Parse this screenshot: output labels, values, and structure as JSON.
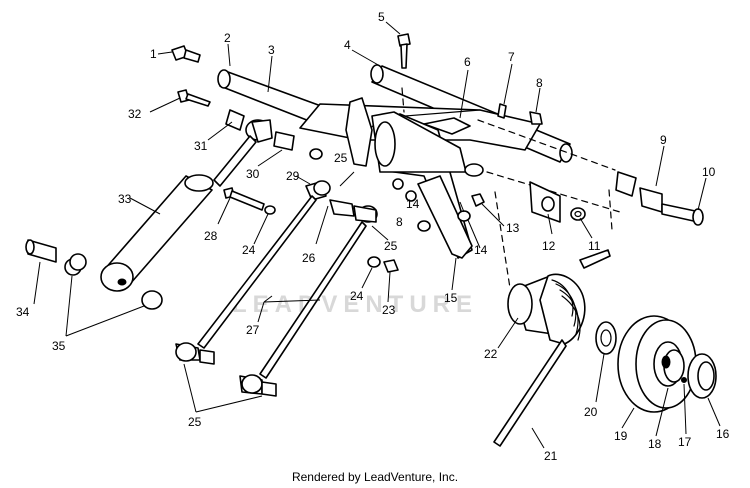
{
  "watermark": "LEADVENTURE",
  "footer_text": "Rendered by LeadVenture, Inc.",
  "callouts": [
    "1",
    "2",
    "3",
    "4",
    "5",
    "6",
    "7",
    "8",
    "8",
    "9",
    "10",
    "11",
    "12",
    "13",
    "14",
    "14",
    "15",
    "16",
    "17",
    "18",
    "19",
    "20",
    "21",
    "22",
    "23",
    "24",
    "24",
    "25",
    "25",
    "25",
    "26",
    "27",
    "28",
    "29",
    "30",
    "31",
    "32",
    "33",
    "34",
    "35"
  ]
}
